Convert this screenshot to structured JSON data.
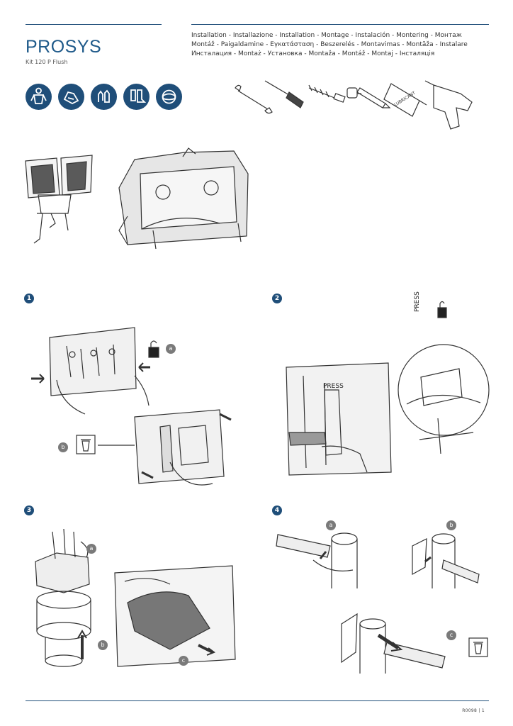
{
  "header": {
    "brand": "PROSYS",
    "kit_name": "Kit 120 P Flush",
    "languages_line1": "Installation - Installazione - Installation - Montage - Instalación - Montering - Монтаж",
    "languages_line2": "Montáž - Paigaldamine - Εγκατάσταση - Beszerelés - Montavimas - Montāža - Instalare",
    "languages_line3": "Инсталация - Montaż - Установка - Montaža - Montáž - Montaj - Інсталяція"
  },
  "ppe_icons": [
    "protective-workwear-icon",
    "work-shoes-icon",
    "gloves-icon",
    "safety-boots-icon",
    "safety-glasses-icon"
  ],
  "tools": [
    "wrench-icon",
    "screwdriver-icon",
    "drill-bit-icon",
    "tape-measure-icon",
    "pencil-icon",
    "lubricant-tube-icon",
    "power-drill-icon"
  ],
  "tools_lubricant_label": "LUBRICANT",
  "steps": [
    {
      "number": "1",
      "sub_a": "a",
      "sub_b": "b"
    },
    {
      "number": "2",
      "press_label": "PRESS",
      "press_vertical": "PRESS"
    },
    {
      "number": "3",
      "sub_a": "a",
      "sub_b": "b",
      "sub_c": "c"
    },
    {
      "number": "4",
      "sub_a": "a",
      "sub_b": "b",
      "sub_c": "c"
    }
  ],
  "footer": {
    "code": "R0098 | 1"
  },
  "colors": {
    "brand_blue": "#1f4e79",
    "sub_badge_gray": "#7a7a7a"
  }
}
